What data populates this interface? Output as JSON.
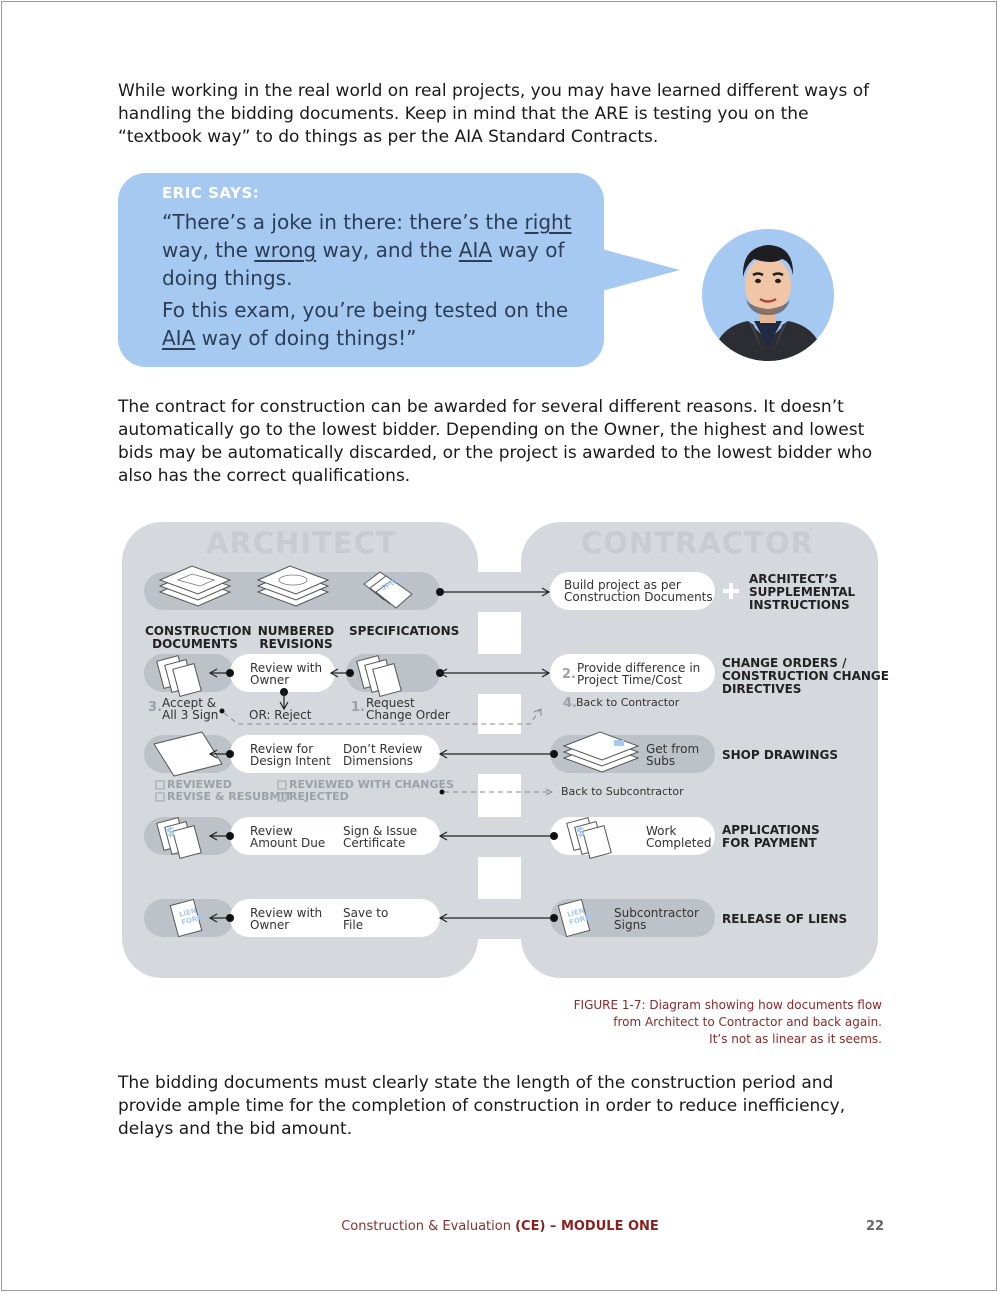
{
  "paragraphs": {
    "p1": "While working in the real world on real projects, you may have learned different ways of handling the bidding documents.  Keep in mind that the ARE is testing you on the “textbook way” to do things as per the AIA Standard Contracts.",
    "p2": "The contract for construction can be awarded for several different reasons.  It doesn’t automatically go to the lowest bidder.  Depending on the Owner, the highest and lowest bids may be automatically discarded, or the project is awarded to the lowest bidder who also has the correct qualifications.",
    "p3": "The bidding documents must clearly state the length of the construction period and provide ample time for the completion of construction in order to reduce inefficiency, delays and the bid amount."
  },
  "callout": {
    "label": "ERIC SAYS:",
    "line1_a": "“There’s a joke in there:  there’s the ",
    "line1_right": "right",
    "line2_a": "way, the ",
    "line2_wrong": "wrong",
    "line2_b": " way, and the ",
    "line2_aia": "AIA",
    "line2_c": " way of",
    "line3": "doing things.",
    "line4": "Fo this exam, you’re being tested on the",
    "line5_aia": "AIA",
    "line5_b": " way of doing things!”"
  },
  "diagram": {
    "architect_title": "ARCHITECT",
    "contractor_title": "CONTRACTOR",
    "cd_label_1": "CONSTRUCTION",
    "cd_label_2": "DOCUMENTS",
    "nr_label_1": "NUMBERED",
    "nr_label_2": "REVISIONS",
    "spec_label": "SPECIFICATIONS",
    "spec_paper": "SPECS",
    "build_1": "Build project as per",
    "build_2": "Construction Documents",
    "asi_1": "ARCHITECT’S",
    "asi_2": "SUPPLEMENTAL",
    "asi_3": "INSTRUCTIONS",
    "review_owner_1": "Review with",
    "review_owner_2": "Owner",
    "provide_diff_1": "Provide difference in",
    "provide_diff_2": "Project Time/Cost",
    "co_1": "CHANGE ORDERS /",
    "co_2": "CONSTRUCTION CHANGE",
    "co_3": "DIRECTIVES",
    "step1_num": "1.",
    "step1_1": "Request",
    "step1_2": "Change Order",
    "step2_num": "2.",
    "step3_num": "3.",
    "step3_1": "Accept &",
    "step3_2": "All 3 Sign",
    "or_reject": "OR:  Reject",
    "step4_num": "4.",
    "step4_text": "Back to Contractor",
    "rdi_1": "Review for",
    "rdi_2": "Design Intent",
    "dont_1": "Don’t Review",
    "dont_2": "Dimensions",
    "get_subs_1": "Get from",
    "get_subs_2": "Subs",
    "shop_drawings": "SHOP DRAWINGS",
    "reviewed": "REVIEWED",
    "reviewed_changes": "REVIEWED WITH CHANGES",
    "revise": "REVISE & RESUBMIT",
    "rejected": "REJECTED",
    "back_sub": "Back to Subcontractor",
    "ra_1": "Review",
    "ra_2": "Amount Due",
    "sign_1": "Sign & Issue",
    "sign_2": "Certificate",
    "work_1": "Work",
    "work_2": "Completed",
    "afp_1": "APPLICATIONS",
    "afp_2": "FOR PAYMENT",
    "rwo_1": "Review with",
    "rwo_2": "Owner",
    "save_1": "Save to",
    "save_2": "File",
    "sub_1": "Subcontractor",
    "sub_2": "Signs",
    "release": "RELEASE OF LIENS",
    "lien_paper_1": "LIEN",
    "lien_paper_2": "FORM"
  },
  "caption": {
    "line1": "FIGURE 1-7:  Diagram showing how documents flow",
    "line2": "from Architect to Contractor and back again.",
    "line3": "It’s not as linear as it seems."
  },
  "footer": {
    "text": "Construction & Evaluation ",
    "bold": "(CE) – MODULE ONE",
    "page": "22"
  },
  "colors": {
    "bubble": "#a6c9f2",
    "panel": "#d5d9dd",
    "pill": "#bcc2c8",
    "caption": "#8a2a2a"
  }
}
